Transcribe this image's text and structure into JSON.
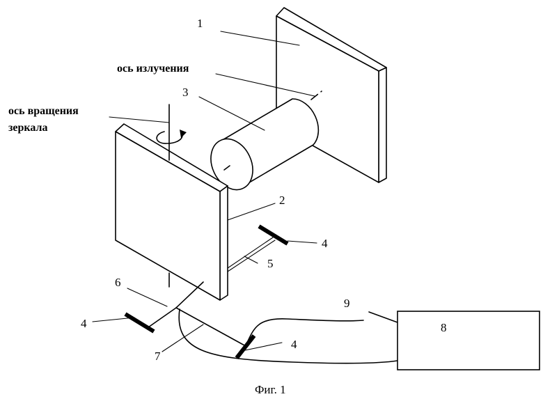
{
  "labels": {
    "n1": "1",
    "n2": "2",
    "n3": "3",
    "n4a": "4",
    "n4b": "4",
    "n4c": "4",
    "n5": "5",
    "n6": "6",
    "n7": "7",
    "n8": "8",
    "n9": "9",
    "emission_axis": "ось излучения",
    "rotation_axis_line1": "ось вращения",
    "rotation_axis_line2": "зеркала"
  },
  "caption": "Фиг. 1"
}
